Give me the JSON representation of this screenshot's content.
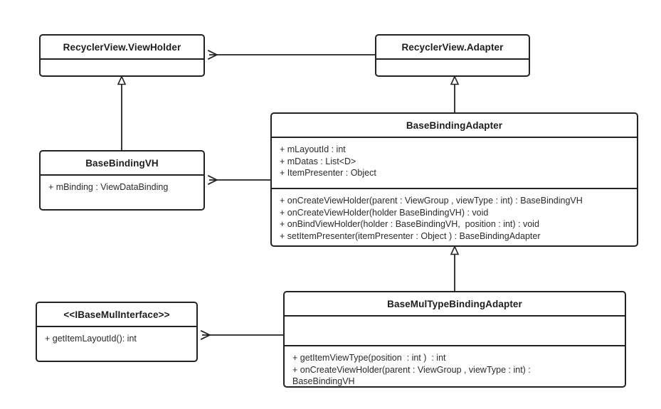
{
  "diagram": {
    "type": "uml-class-diagram",
    "background_color": "#ffffff",
    "line_color": "#232323",
    "text_color": "#2b2b2b"
  },
  "classes": {
    "recyclerview_viewholder": {
      "name": "RecyclerView.ViewHolder",
      "attributes": [],
      "methods": []
    },
    "recyclerview_adapter": {
      "name": "RecyclerView.Adapter",
      "attributes": [],
      "methods": []
    },
    "base_binding_vh": {
      "name": "BaseBindingVH",
      "attributes": [
        "+ mBinding : ViewDataBinding"
      ],
      "methods": []
    },
    "base_binding_adapter": {
      "name": "BaseBindingAdapter",
      "attributes": [
        "+ mLayoutId : int",
        "+ mDatas : List<D>",
        "+ ItemPresenter : Object"
      ],
      "methods": [
        "+ onCreateViewHolder(parent : ViewGroup , viewType : int) : BaseBindingVH",
        "+ onCreateViewHolder(holder BaseBindingVH) : void",
        "+ onBindViewHolder(holder : BaseBindingVH,  position : int) : void",
        "+ setItemPresenter(itemPresenter : Object ) : BaseBindingAdapter"
      ]
    },
    "ibase_mul_interface": {
      "name": "<<IBaseMulInterface>>",
      "attributes": [
        "+ getItemLayoutId(): int"
      ],
      "methods": []
    },
    "base_mul_type_binding_adapter": {
      "name": "BaseMulTypeBindingAdapter",
      "attributes": [],
      "methods": [
        "+ getItemViewType(position  : int )  : int",
        "+ onCreateViewHolder(parent : ViewGroup , viewType : int) :\nBaseBindingVH"
      ]
    }
  },
  "relationships": [
    {
      "name": "adapter-uses-viewholder",
      "from": "recyclerview_adapter",
      "to": "recyclerview_viewholder",
      "kind": "association",
      "arrow": "open"
    },
    {
      "name": "bindingvh-extends-viewholder",
      "from": "base_binding_vh",
      "to": "recyclerview_viewholder",
      "kind": "generalization",
      "arrow": "hollow-triangle"
    },
    {
      "name": "bindingadapter-extends-adapter",
      "from": "base_binding_adapter",
      "to": "recyclerview_adapter",
      "kind": "generalization",
      "arrow": "hollow-triangle"
    },
    {
      "name": "bindingadapter-uses-bindingvh",
      "from": "base_binding_adapter",
      "to": "base_binding_vh",
      "kind": "association",
      "arrow": "open"
    },
    {
      "name": "multype-extends-bindingadapter",
      "from": "base_mul_type_binding_adapter",
      "to": "base_binding_adapter",
      "kind": "generalization",
      "arrow": "hollow-triangle"
    },
    {
      "name": "multype-uses-interface",
      "from": "base_mul_type_binding_adapter",
      "to": "ibase_mul_interface",
      "kind": "association",
      "arrow": "open"
    }
  ]
}
